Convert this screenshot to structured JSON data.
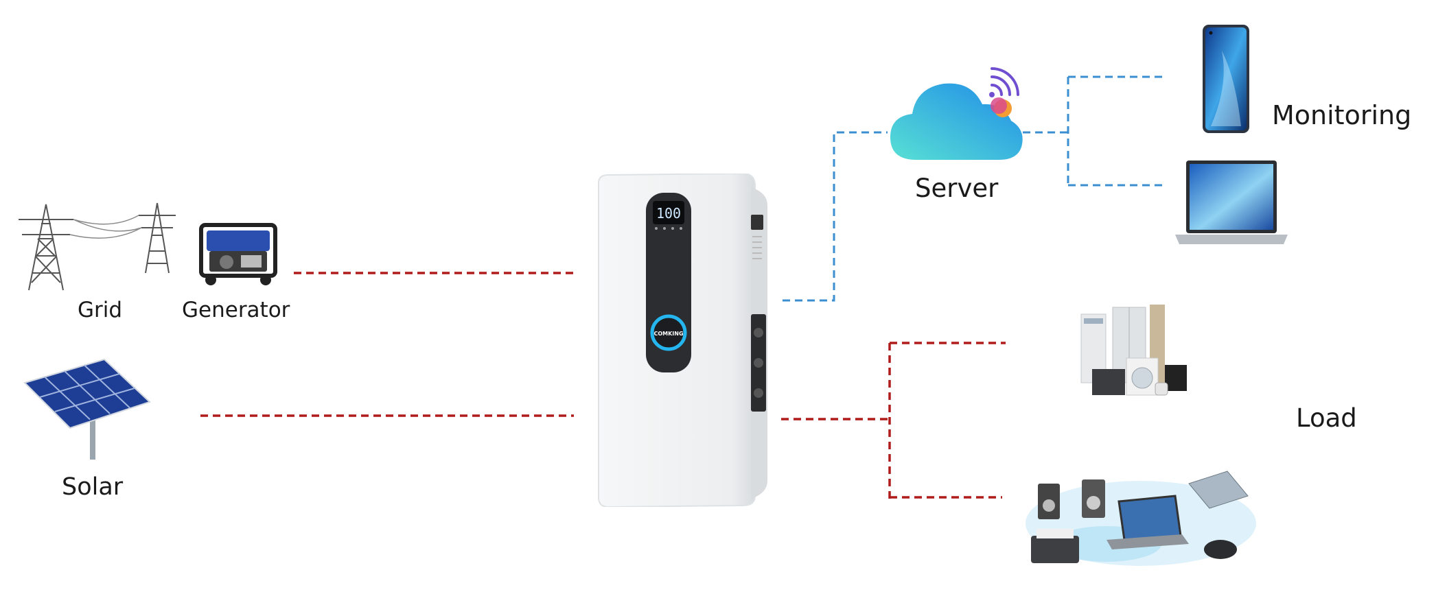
{
  "labels": {
    "grid": "Grid",
    "generator": "Generator",
    "solar": "Solar",
    "server": "Server",
    "monitoring": "Monitoring",
    "load": "Load"
  },
  "device": {
    "display": "100",
    "brand": "COMKING"
  },
  "colors": {
    "power_line": "#b01c1c",
    "data_line": "#3b8fd0",
    "device_body": "#eceeef",
    "accent": "#25b6f0"
  }
}
